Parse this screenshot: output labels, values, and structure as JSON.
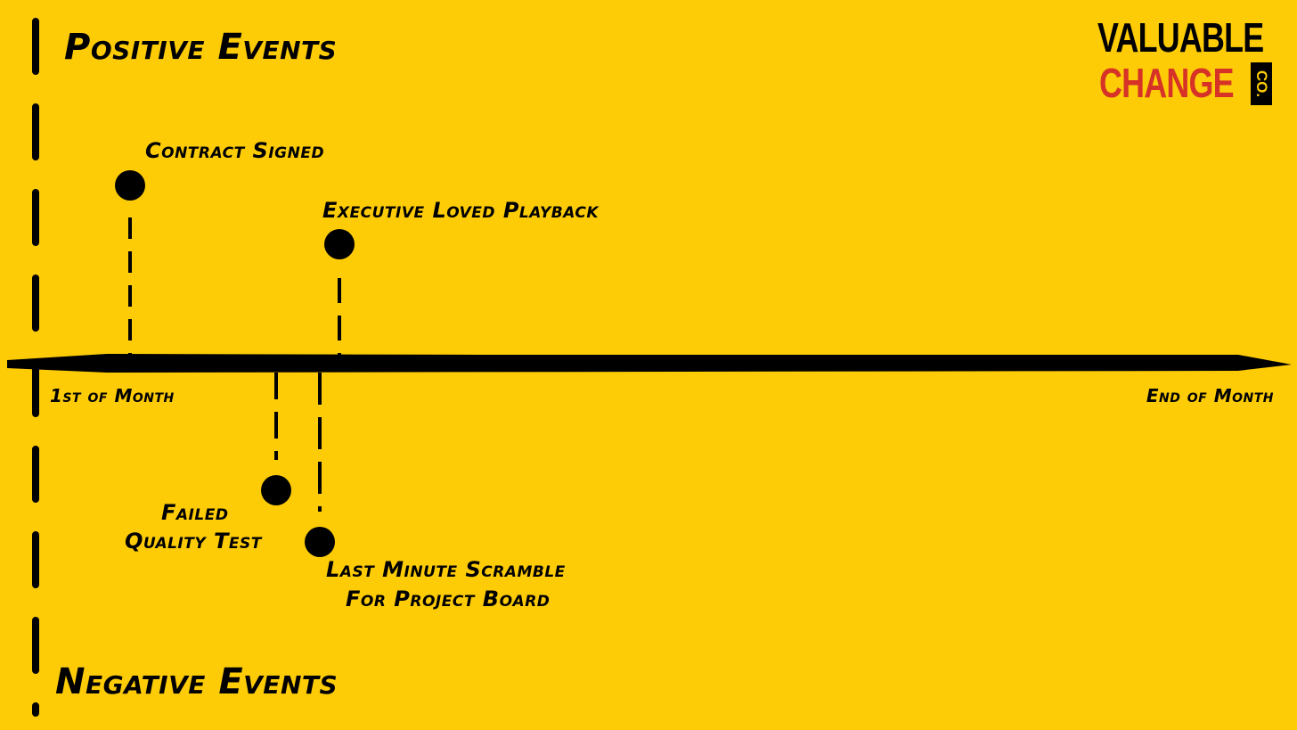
{
  "labels": {
    "positive_heading": "Positive Events",
    "negative_heading": "Negative Events",
    "start": "1st of Month",
    "end": "End of Month"
  },
  "logo": {
    "line1": "VALUABLE",
    "line2": "CHANGE",
    "suffix": "CO."
  },
  "events": [
    {
      "label": [
        "Contract Signed"
      ],
      "type": "positive"
    },
    {
      "label": [
        "Executive Loved Playback"
      ],
      "type": "positive"
    },
    {
      "label": [
        "Failed",
        "Quality Test"
      ],
      "type": "negative"
    },
    {
      "label": [
        "Last Minute Scramble",
        "For Project Board"
      ],
      "type": "negative"
    }
  ],
  "colors": {
    "background": "#FDCC06",
    "ink": "#000000",
    "brand_red": "#D63227"
  }
}
